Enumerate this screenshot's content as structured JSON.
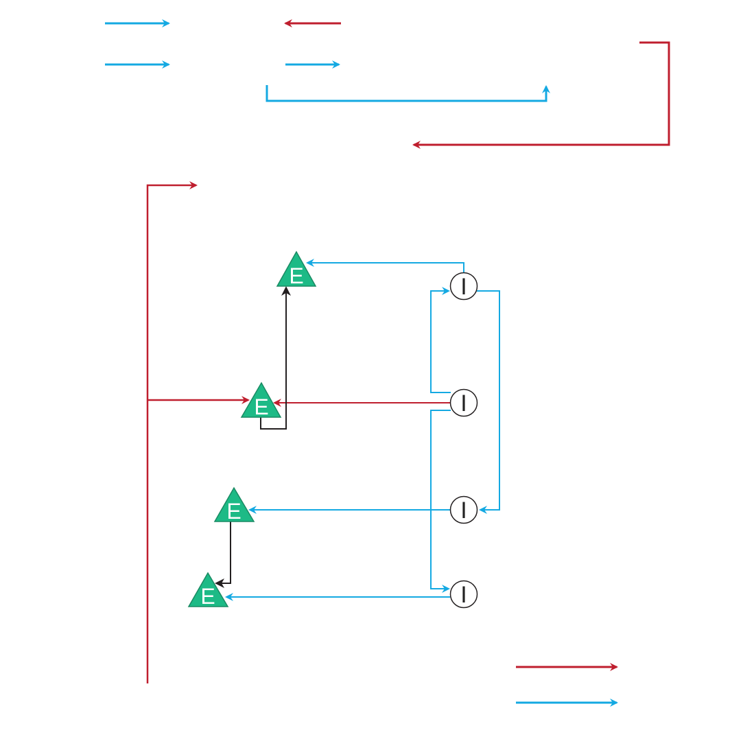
{
  "colors": {
    "excitatory": "#bf1e2e",
    "inhibitory": "#14a9e2",
    "internal": "#231f20",
    "excitatory_node_fill": "#1dba86",
    "node_stroke": "#1a8a63",
    "inhibitory_node_stroke": "#231f20"
  },
  "nodes": {
    "e1": {
      "label": "E"
    },
    "e2": {
      "label": "E"
    },
    "e3": {
      "label": "E"
    },
    "e4": {
      "label": "E"
    },
    "i1": {
      "label": "I"
    },
    "i2": {
      "label": "I"
    },
    "i3": {
      "label": "I"
    },
    "i4": {
      "label": "I"
    }
  }
}
